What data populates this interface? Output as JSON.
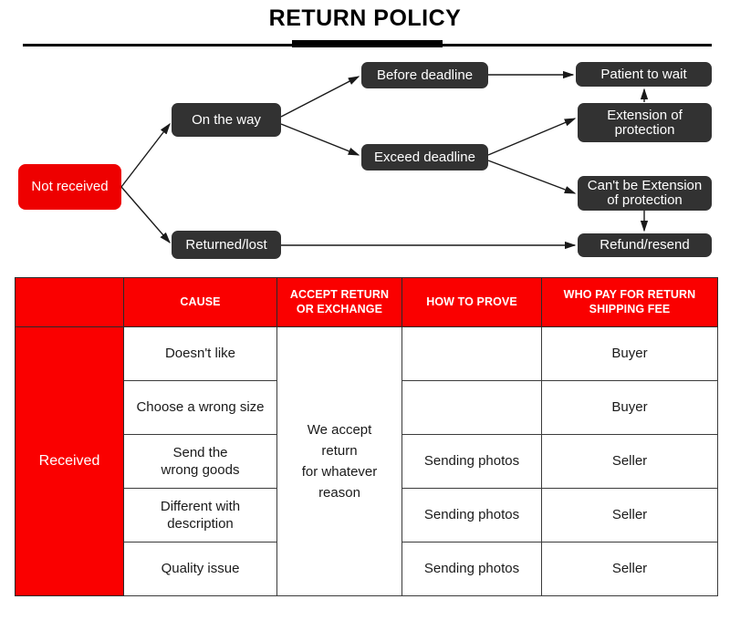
{
  "title": "RETURN POLICY",
  "colors": {
    "brand_red": "#fa0000",
    "node_dark": "#323232",
    "start_red": "#ee0000",
    "text_dark": "#1a1a1a"
  },
  "flowchart": {
    "nodes": {
      "not_received": "Not received",
      "on_the_way": "On the way",
      "returned_lost": "Returned/lost",
      "before_deadline": "Before deadline",
      "exceed_deadline": "Exceed deadline",
      "patient_to_wait": "Patient to wait",
      "extension_of_protection": "Extension of\nprotection",
      "cant_be_extension": "Can't be Extension\nof protection",
      "refund_resend": "Refund/resend"
    }
  },
  "table": {
    "headers": {
      "group": "",
      "cause": "CAUSE",
      "accept": "ACCEPT RETURN\nOR EXCHANGE",
      "prove": "HOW TO PROVE",
      "who_pay": "WHO PAY FOR RETURN\nSHIPPING FEE"
    },
    "group_label": "Received",
    "accept_cell": "We accept\nreturn\nfor whatever\nreason",
    "rows": [
      {
        "cause": "Doesn't like",
        "prove": "",
        "who_pay": "Buyer"
      },
      {
        "cause": "Choose a wrong size",
        "prove": "",
        "who_pay": "Buyer"
      },
      {
        "cause": "Send the\nwrong goods",
        "prove": "Sending photos",
        "who_pay": "Seller"
      },
      {
        "cause": "Different with\ndescription",
        "prove": "Sending photos",
        "who_pay": "Seller"
      },
      {
        "cause": "Quality issue",
        "prove": "Sending photos",
        "who_pay": "Seller"
      }
    ]
  }
}
